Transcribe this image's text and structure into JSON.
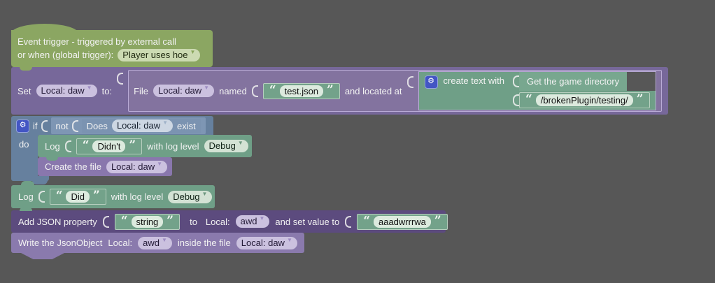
{
  "glyphs": {
    "dropdown_arrow": "▼",
    "quote_open": "“",
    "quote_close": "”",
    "gear": "⚙"
  },
  "colors": {
    "workspace_background": "#575757",
    "event_green": "#8ba662",
    "teal_green": "#6f9f87",
    "purple_set": "#77689a",
    "purple_file": "#83739f",
    "purple_dark": "#5c4b7e",
    "purple_light": "#8a7aad",
    "blue_if": "#66809e",
    "blue_not": "#7e96b4",
    "gear_blue": "#4356c4"
  },
  "blocks": {
    "event": {
      "line1": "Event trigger - triggered by external call",
      "line2_prefix": "or when (global trigger):",
      "trigger_dropdown": "Player uses hoe"
    },
    "set": {
      "label_set": "Set",
      "var_dropdown": "Local: daw",
      "label_to": "to:",
      "file": {
        "label_file": "File",
        "var_dropdown": "Local: daw",
        "label_named": "named",
        "name_value": "test.json",
        "label_located": "and located at",
        "create_text": {
          "label": "create text with",
          "item1": "Get the game directory",
          "item2": "/brokenPlugin/testing/"
        }
      }
    },
    "if": {
      "label_if": "if",
      "not_label": "not",
      "does_label": "Does",
      "does_var": "Local: daw",
      "exist_label": "exist",
      "do_label": "do",
      "log_didnt": {
        "log": "Log",
        "value": "Didn't",
        "level_label": "with log level",
        "level": "Debug"
      },
      "create_file": {
        "label": "Create the file",
        "var": "Local: daw"
      }
    },
    "log_did": {
      "log": "Log",
      "value": "Did",
      "level_label": "with log level",
      "level": "Debug"
    },
    "add_json": {
      "label": "Add JSON property",
      "property": "string",
      "to_label": "to",
      "local_label": "Local:",
      "var": "awd",
      "set_value_label": "and set value to",
      "value": "aaadwrrrwa"
    },
    "write": {
      "label": "Write the JsonObject",
      "local_label": "Local:",
      "var": "awd",
      "inside_label": "inside the file",
      "file_var": "Local: daw"
    }
  }
}
